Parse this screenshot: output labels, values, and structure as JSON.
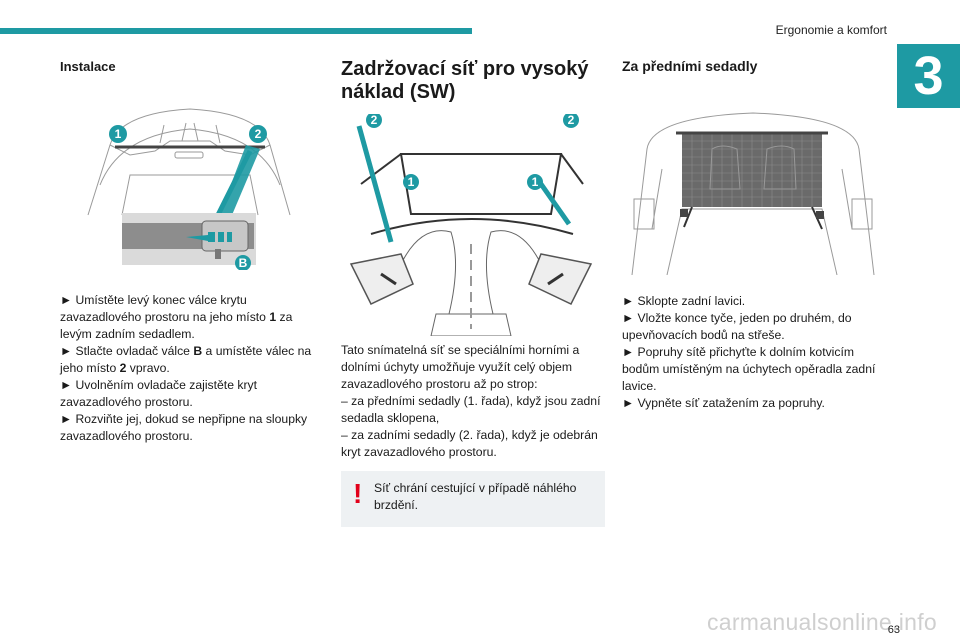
{
  "header": {
    "title": "Ergonomie a komfort",
    "chapter_number": "3"
  },
  "col1": {
    "heading": "Instalace",
    "fig_labels": {
      "one": "1",
      "two": "2",
      "b": "B"
    },
    "steps": [
      {
        "pre": "► Umístěte levý konec válce krytu zavazadlového prostoru na jeho místo ",
        "bold": "1",
        "post": " za levým zadním sedadlem."
      },
      {
        "pre": "► Stlačte ovladač válce ",
        "bold": "B",
        "post": " a umístěte válec na jeho místo "
      },
      {
        "bold": "2",
        "post": " vpravo."
      },
      {
        "text": "► Uvolněním ovladače zajistěte kryt zavazadlového prostoru."
      },
      {
        "text": "► Rozviňte jej, dokud se nepřipne na sloupky zavazadlového prostoru."
      }
    ]
  },
  "col2": {
    "heading": "Zadržovací síť pro vysoký náklad (SW)",
    "fig_labels": {
      "one": "1",
      "two": "2"
    },
    "intro": "Tato snímatelná síť se speciálními horními a dolními úchyty umožňuje využít celý objem zavazadlového prostoru až po strop:",
    "dash1": "–  za předními sedadly (1. řada), když jsou zadní sedadla sklopena,",
    "dash2": "–  za zadními sedadly (2. řada), když je odebrán kryt zavazadlového prostoru.",
    "note_icon": "!",
    "note": "Síť chrání cestující v případě náhlého brzdění."
  },
  "col3": {
    "heading": "Za předními sedadly",
    "steps": [
      "► Sklopte zadní lavici.",
      "► Vložte konce tyče, jeden po druhém, do upevňovacích bodů na střeše.",
      "► Popruhy sítě přichyťte k dolním kotvicím bodům umístěným na úchytech opěradla zadní lavice.",
      "► Vypněte síť zatažením za popruhy."
    ]
  },
  "footer": {
    "page_number": "63",
    "watermark": "carmanualsonline.info"
  }
}
